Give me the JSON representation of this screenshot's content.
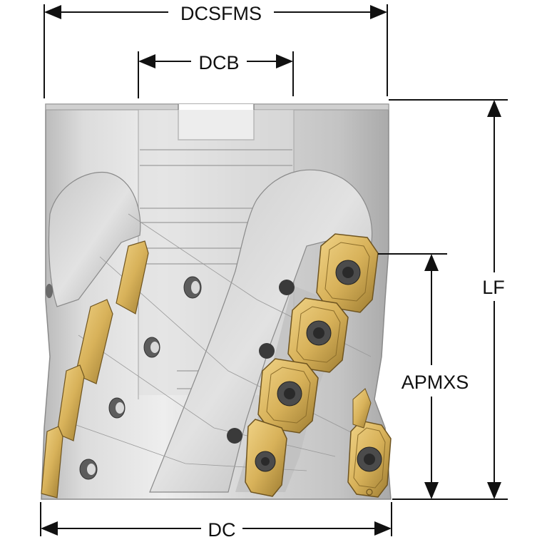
{
  "dimensions": {
    "dcsfms": "DCSFMS",
    "dcb": "DCB",
    "lf": "LF",
    "apmxs": "APMXS",
    "dc": "DC"
  },
  "colors": {
    "body_light": "#e6e6e6",
    "body_mid": "#c9c9c9",
    "body_dark": "#9e9e9e",
    "insert_gold": "#d8b25a",
    "insert_dark": "#8c6d2a",
    "dimension_line": "#111111"
  },
  "icons": [
    "torx-screw-icon",
    "coolant-hole-icon",
    "cutting-insert-icon"
  ]
}
